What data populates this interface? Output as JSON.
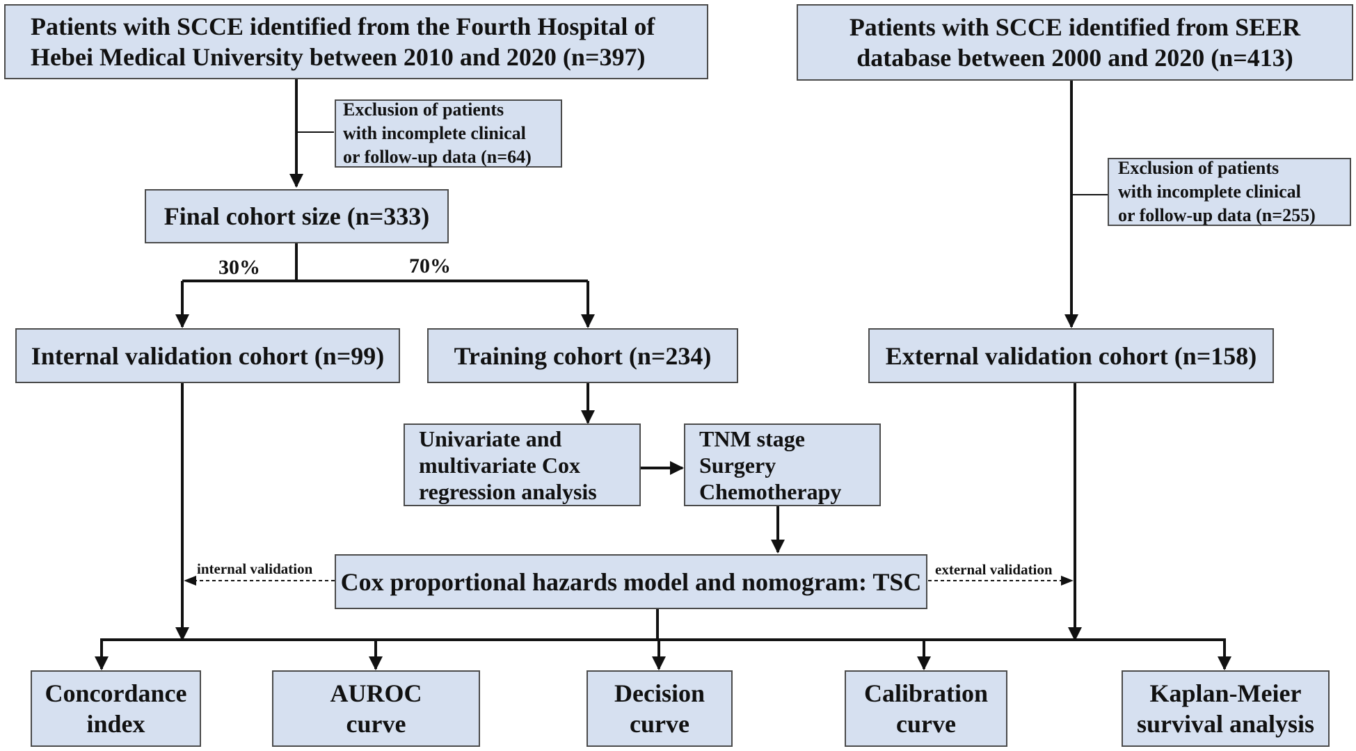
{
  "hebei_source": {
    "lines": [
      "Patients with SCCE identified from the Fourth Hospital of",
      "Hebei Medical University between 2010 and 2020 (n=397)"
    ]
  },
  "seer_source": {
    "lines": [
      "Patients with SCCE identified from SEER",
      "database between 2000 and 2020 (n=413)"
    ]
  },
  "hebei_exclusion": {
    "lines": [
      "Exclusion of patients",
      "with incomplete clinical",
      "or follow-up data (n=64)"
    ]
  },
  "seer_exclusion": {
    "lines": [
      "Exclusion of patients",
      "with incomplete clinical",
      "or follow-up data (n=255)"
    ]
  },
  "final_cohort": "Final cohort size (n=333)",
  "split": {
    "internal_pct": "30%",
    "training_pct": "70%"
  },
  "internal_cohort": "Internal validation cohort (n=99)",
  "training_cohort": "Training cohort (n=234)",
  "external_cohort": "External validation cohort (n=158)",
  "cox_analysis": {
    "lines": [
      "Univariate and",
      "multivariate Cox",
      "regression analysis"
    ]
  },
  "factors": {
    "lines": [
      "TNM stage",
      "Surgery",
      "Chemotherapy"
    ]
  },
  "model": "Cox proportional hazards model and nomogram: TSC",
  "internal_validation_label": "internal validation",
  "external_validation_label": "external validation",
  "outputs": [
    {
      "lines": [
        "Concordance",
        "index"
      ]
    },
    {
      "lines": [
        "AUROC",
        "curve"
      ]
    },
    {
      "lines": [
        "Decision",
        "curve"
      ]
    },
    {
      "lines": [
        "Calibration",
        "curve"
      ]
    },
    {
      "lines": [
        "Kaplan-Meier",
        "survival analysis"
      ]
    }
  ],
  "colors": {
    "box_fill": "#d6e0f0",
    "border": "#4a4a4a",
    "line": "#111111"
  }
}
